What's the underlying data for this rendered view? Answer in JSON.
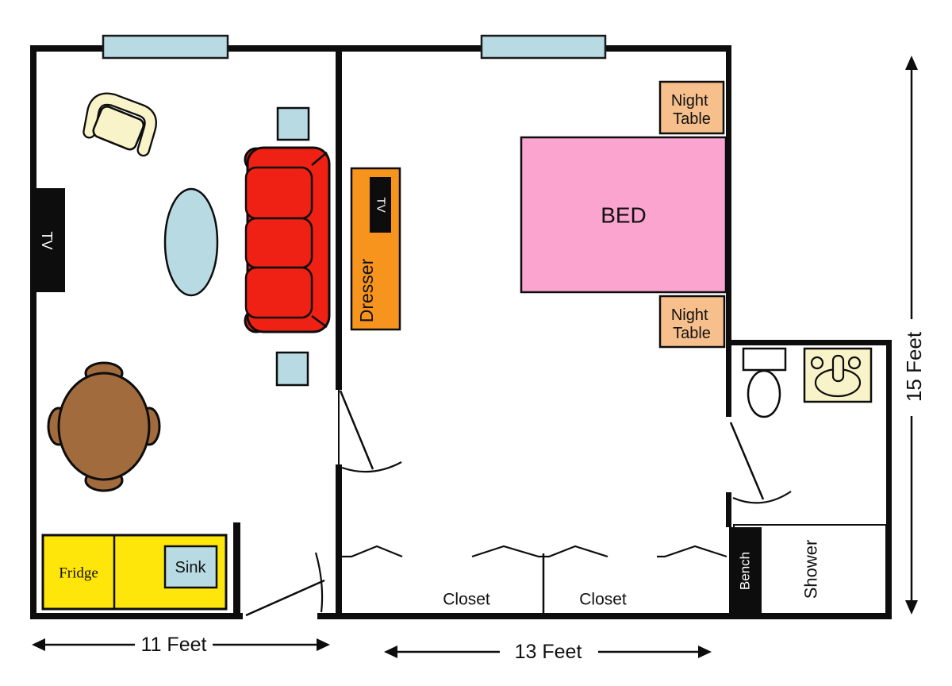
{
  "labels": {
    "bed": "BED",
    "night_table_top": {
      "line1": "Night",
      "line2": "Table"
    },
    "night_table_bottom": {
      "line1": "Night",
      "line2": "Table"
    },
    "dresser": "Dresser",
    "dresser_tv": "TV",
    "living_room_tv": "TV",
    "fridge": "Fridge",
    "kitchen_sink": "Sink",
    "closet_left": "Closet",
    "closet_right": "Closet",
    "bench": "Bench",
    "shower": "Shower"
  },
  "dimensions": {
    "living_room_width": "11 Feet",
    "bedroom_width": "13 Feet",
    "apartment_height": "15 Feet"
  },
  "colors": {
    "wall": "#0d0d0d",
    "window_blue": "#b8dae3",
    "couch_red": "#ee2114",
    "bed_pink": "#fba4d0",
    "night_table_orange": "#f6bf8c",
    "dresser_orange": "#f7941e",
    "kitchen_yellow": "#ffe60a",
    "table_brown": "#a26b3d",
    "chair_cream": "#f8f3c8",
    "tv_black": "#0d0d0d"
  }
}
